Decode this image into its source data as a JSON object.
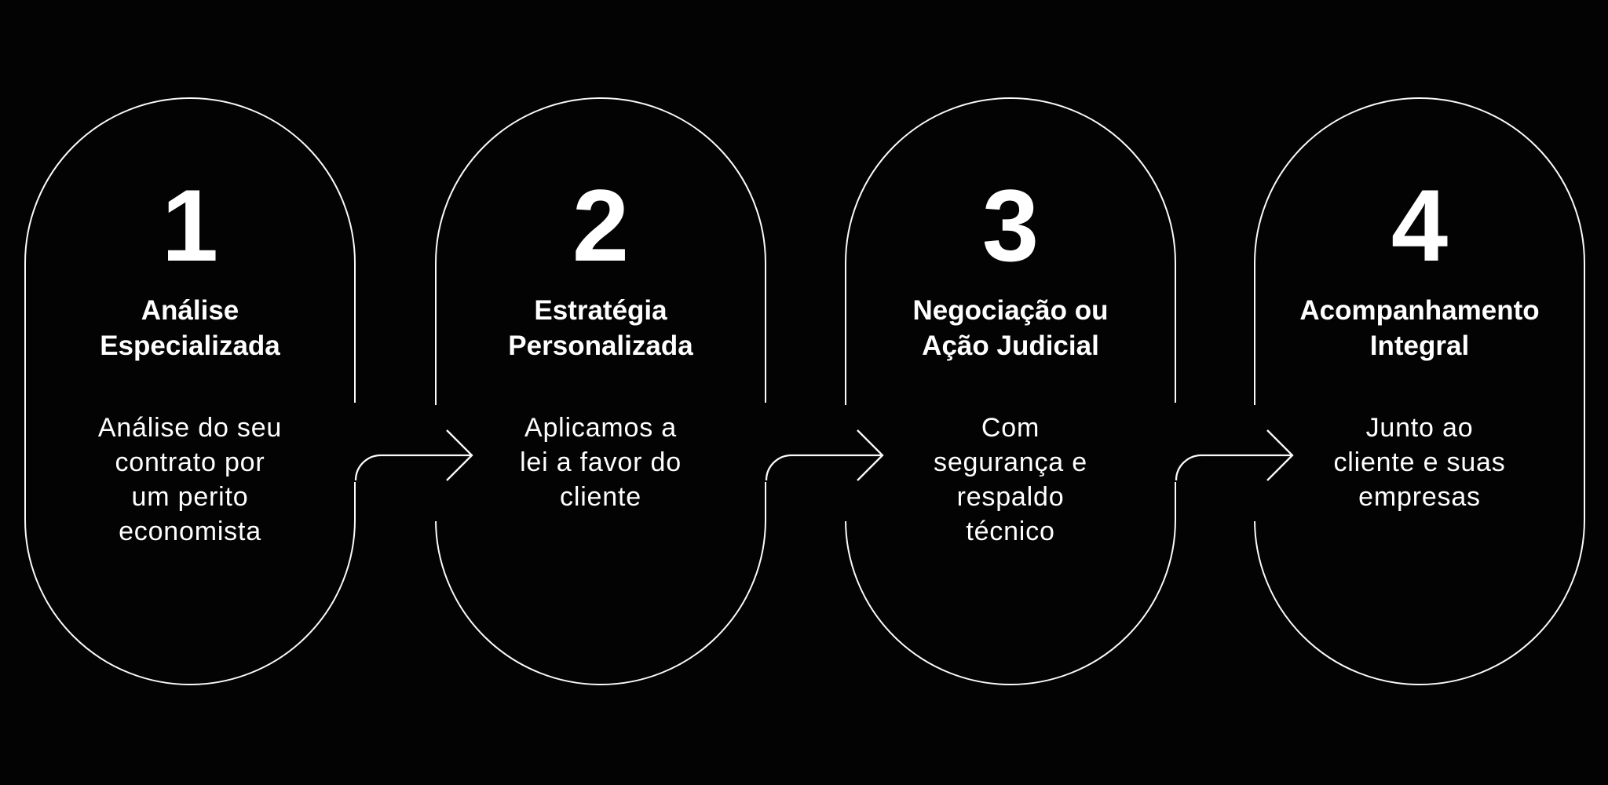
{
  "diagram": {
    "background_color": "#030303",
    "outline_color": "#fafafa",
    "text_color": "#ffffff",
    "arrow_icon": "flow-arrow-right",
    "step_count": 4
  },
  "steps": [
    {
      "number": "1",
      "title": [
        "Análise",
        "Especializada"
      ],
      "description": [
        "Análise do seu",
        "contrato por",
        "um perito",
        "economista"
      ]
    },
    {
      "number": "2",
      "title": [
        "Estratégia",
        "Personalizada"
      ],
      "description": [
        "Aplicamos a",
        "lei a favor do",
        "cliente"
      ]
    },
    {
      "number": "3",
      "title": [
        "Negociação ou",
        "Ação Judicial"
      ],
      "description": [
        "Com",
        "segurança e",
        "respaldo",
        "técnico"
      ]
    },
    {
      "number": "4",
      "title": [
        "Acompanhamento",
        "Integral"
      ],
      "description": [
        "Junto ao",
        "cliente e suas",
        "empresas"
      ]
    }
  ]
}
